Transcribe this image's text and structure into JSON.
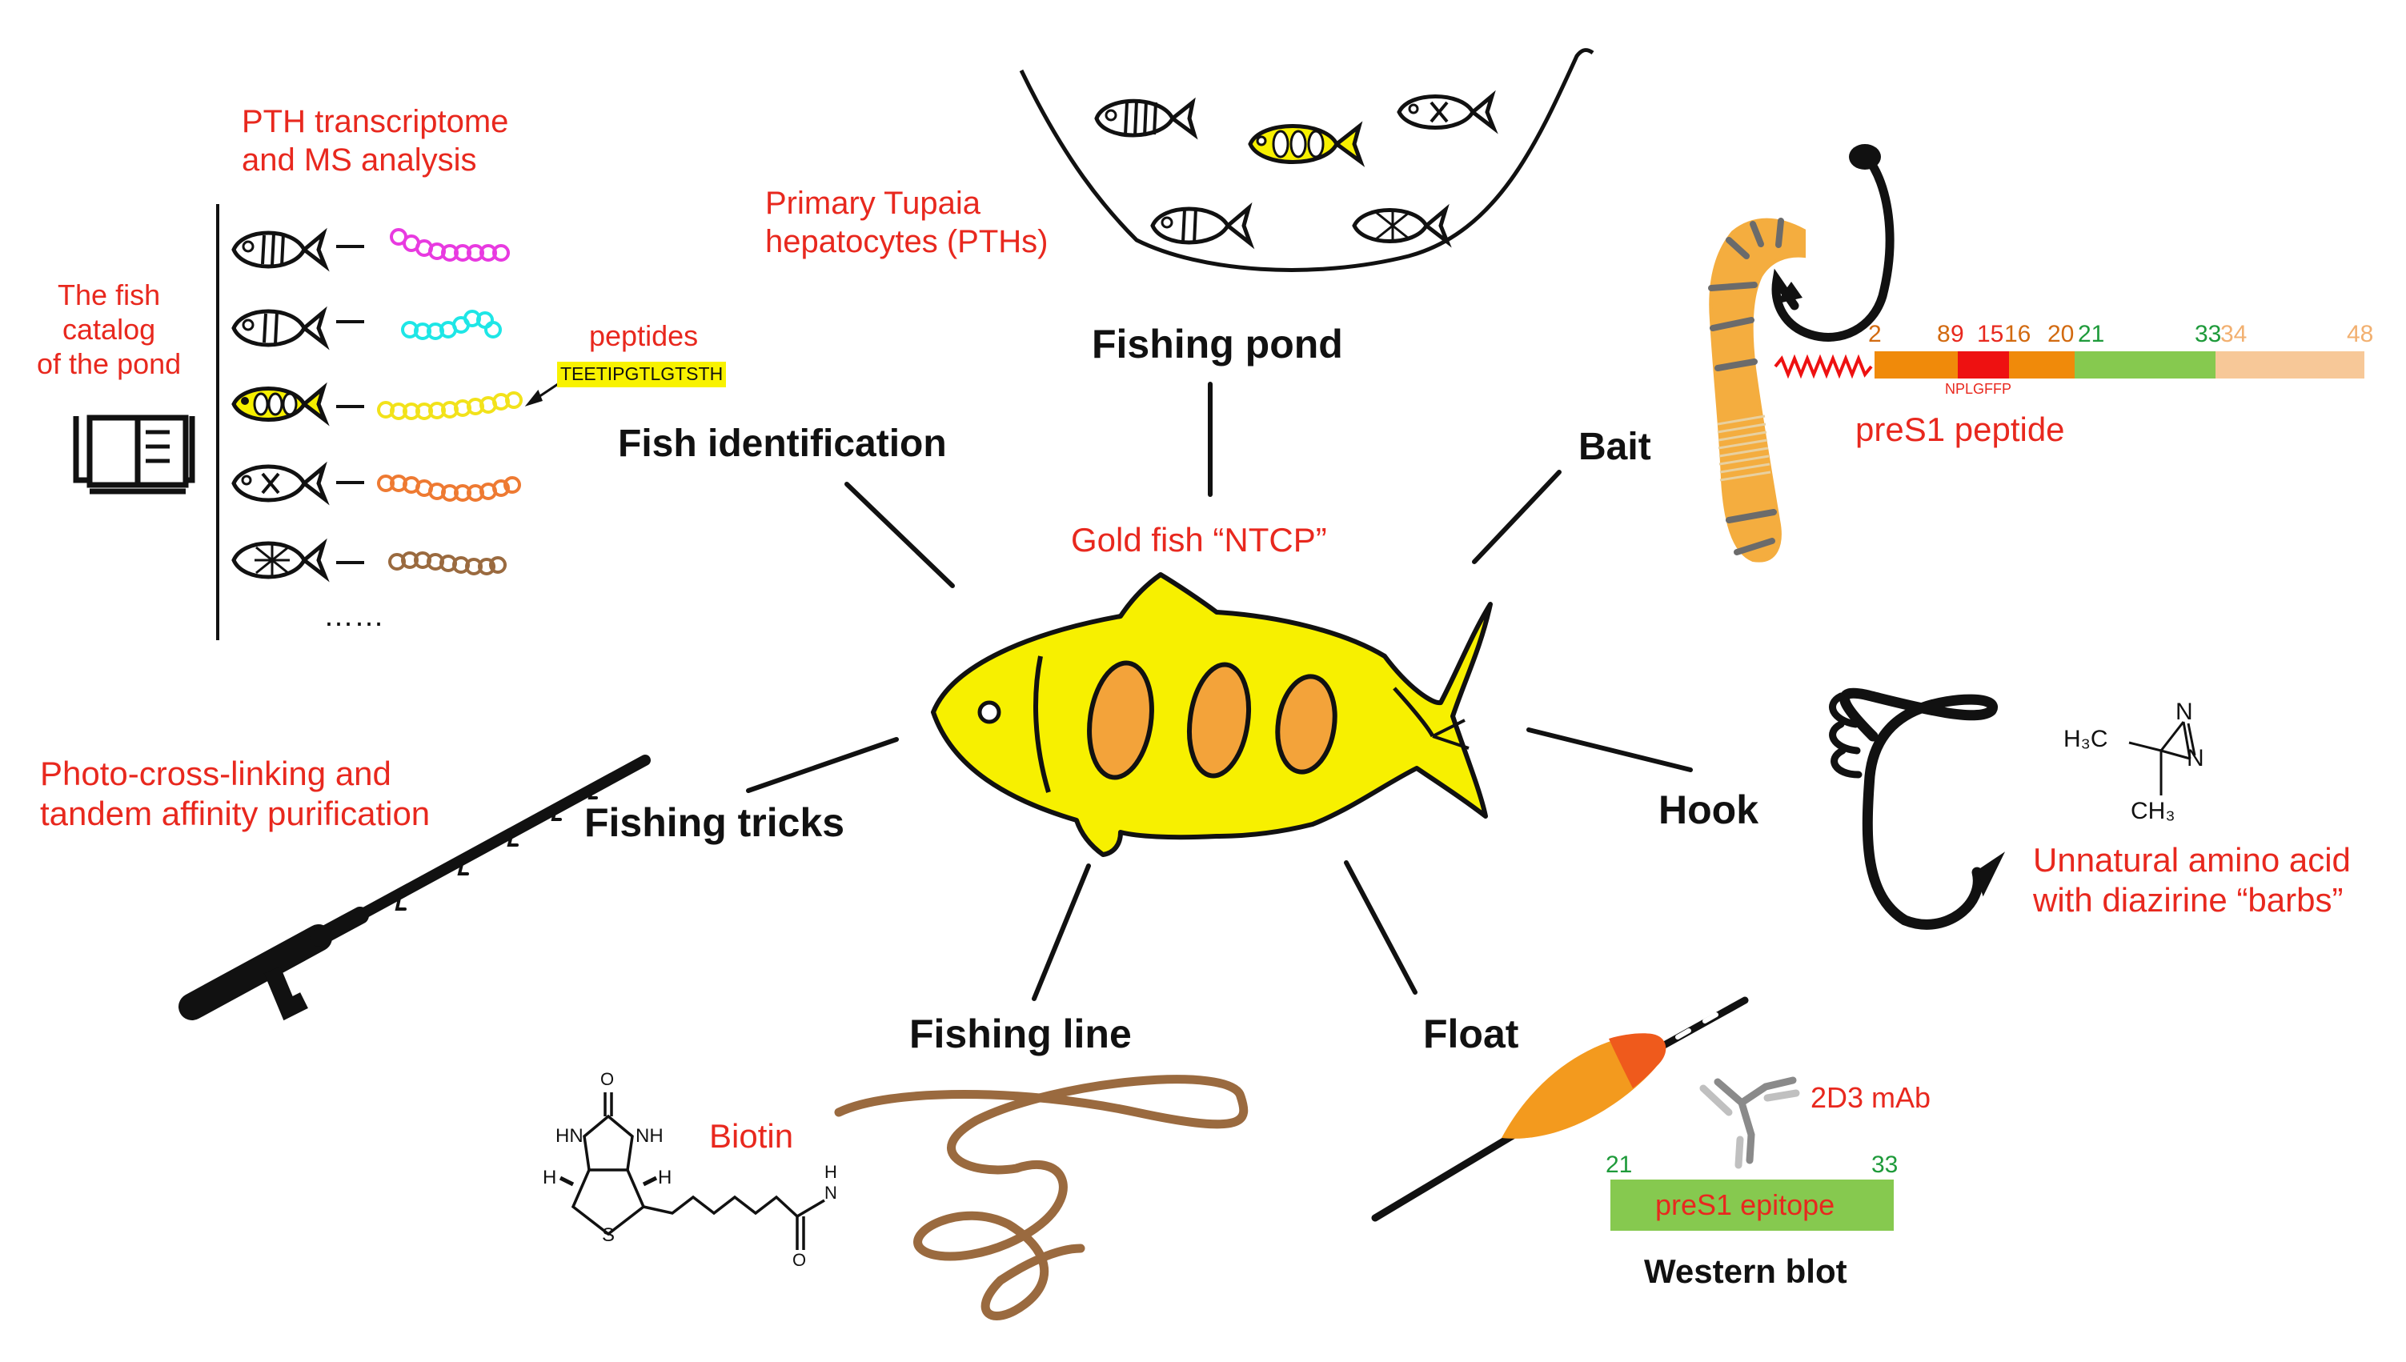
{
  "colors": {
    "label_red": "#e8281e",
    "fish_yellow": "#f7f000",
    "fish_spot": "#f3a33a",
    "worm": "#f4ad3f",
    "line_brown": "#9a6a3f",
    "orange_bar": "#f08a0a",
    "red_bar": "#ee1111",
    "green_bar": "#86c94f",
    "peach_bar": "#f7c898",
    "green_text": "#1e9a3a"
  },
  "labels": {
    "pth_transcriptome": "PTH transcriptome\nand MS analysis",
    "fish_catalog": "The fish\ncatalog\nof the pond",
    "peptides": "peptides",
    "peptide_seq": "TEETIPGTLGTSTH",
    "ellipsis": "……",
    "primary_tupaia": "Primary Tupaia\nhepatocytes (PTHs)",
    "fishing_pond": "Fishing pond",
    "fish_identification": "Fish identification",
    "bait": "Bait",
    "gold_fish": "Gold fish “NTCP”",
    "photo_cross": "Photo-cross-linking and\ntandem affinity purification",
    "fishing_tricks": "Fishing tricks",
    "hook": "Hook",
    "unnatural_aa": "Unnatural amino acid\nwith diazirine “barbs”",
    "fishing_line": "Fishing line",
    "float": "Float",
    "biotin": "Biotin",
    "mab": "2D3 mAb",
    "preS1_epitope": "preS1 epitope",
    "western_blot": "Western blot",
    "preS1_peptide": "preS1 peptide",
    "npl": "NPLGFFP"
  },
  "pres1_numbers": [
    {
      "text": "2",
      "color": "#d26a10"
    },
    {
      "text": "8",
      "color": "#d26a10"
    },
    {
      "text": "9",
      "color": "#e8281e"
    },
    {
      "text": "15",
      "color": "#e8281e"
    },
    {
      "text": "16",
      "color": "#d26a10"
    },
    {
      "text": "20",
      "color": "#d26a10"
    },
    {
      "text": "21",
      "color": "#1e9a3a"
    },
    {
      "text": "33",
      "color": "#1e9a3a"
    },
    {
      "text": "34",
      "color": "#f2b070"
    },
    {
      "text": "48",
      "color": "#f2b070"
    }
  ],
  "epitope_numbers": [
    "21",
    "33"
  ],
  "diazirine": {
    "h3c": "H₃C",
    "ch3": "CH₃",
    "n1": "N",
    "n2": "N"
  },
  "biotin_atoms": {
    "o_top": "O",
    "hn": "HN",
    "nh": "NH",
    "h_left": "H",
    "h_right": "H",
    "s": "S",
    "h_amide": "H",
    "n_amide": "N",
    "o_bottom": "O"
  }
}
